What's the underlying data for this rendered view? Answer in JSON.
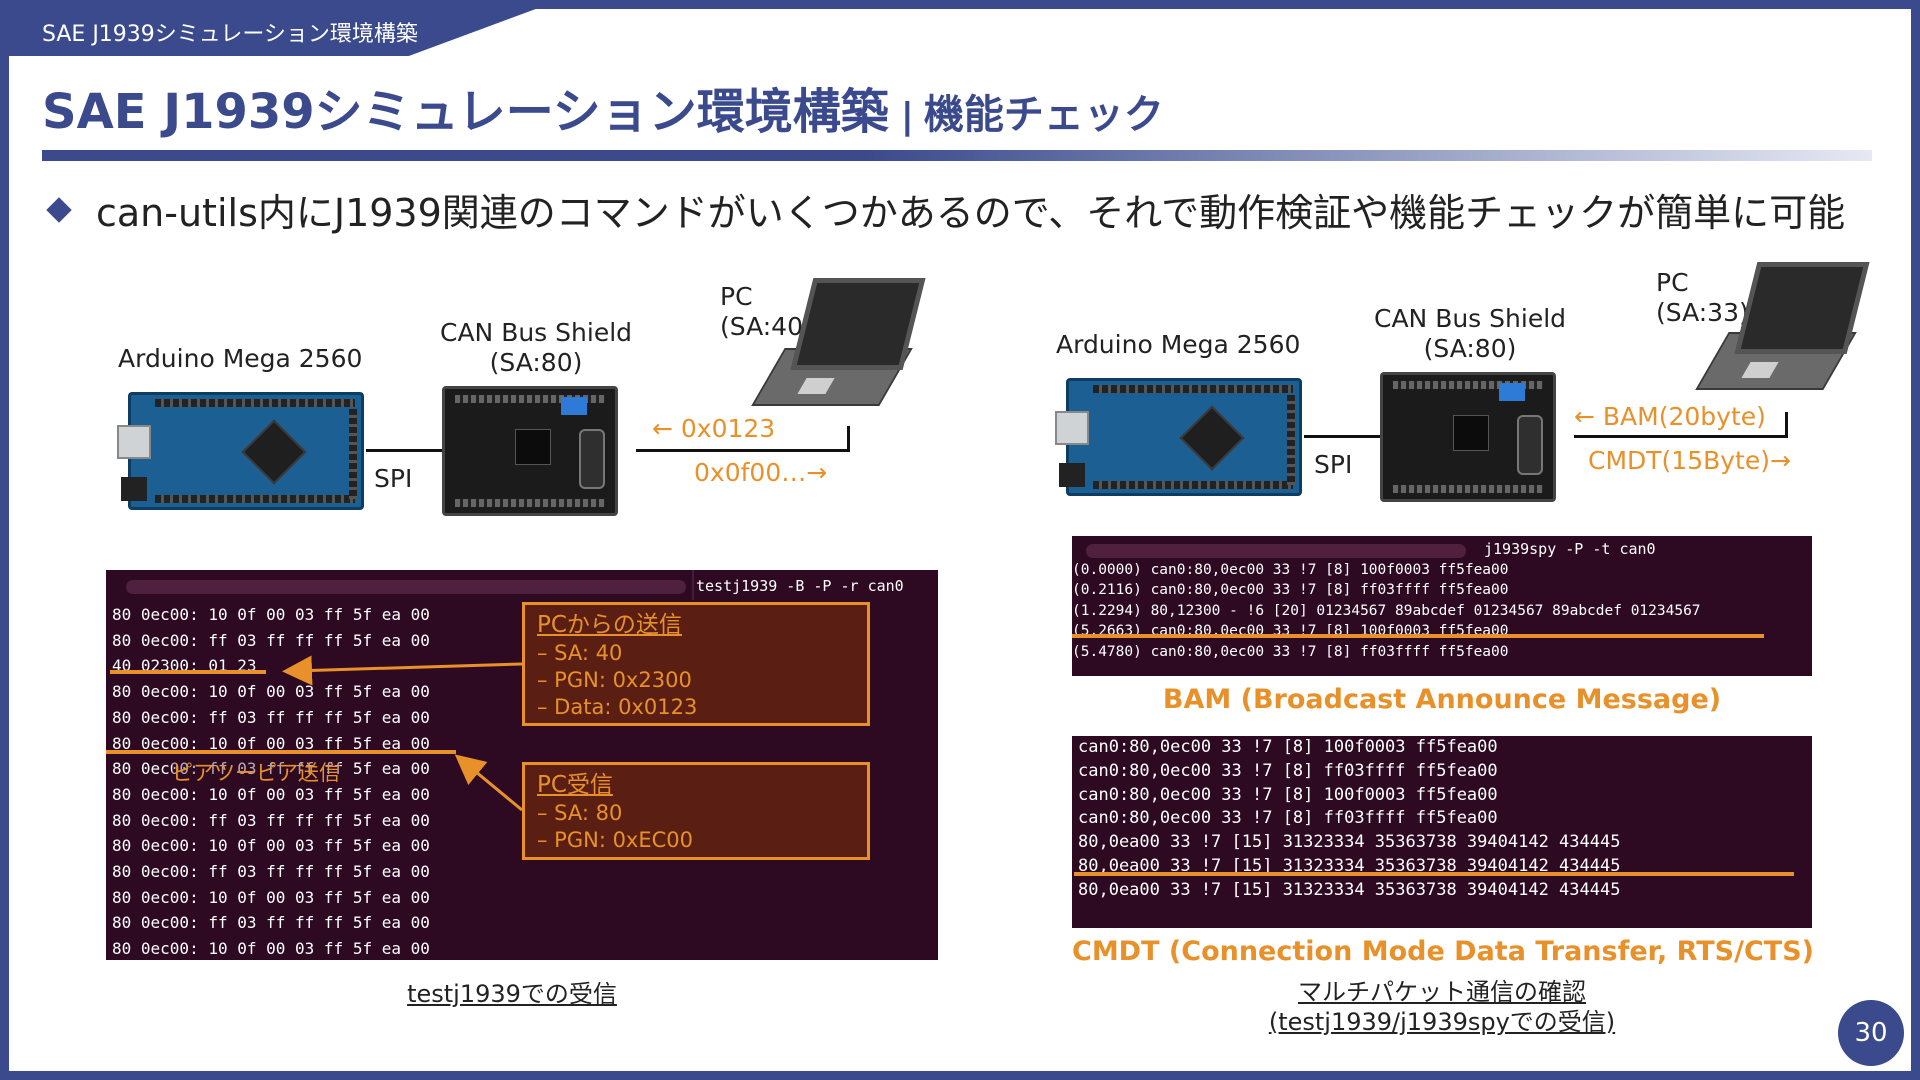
{
  "header": {
    "tab_text": "SAE J1939シミュレーション環境構築",
    "title_main": "SAE J1939シミュレーション環境構築",
    "title_sep": "|",
    "title_sub": "機能チェック"
  },
  "bullet": "can-utils内にJ1939関連のコマンドがいくつかあるので、それで動作検証や機能チェックが簡単に可能",
  "left_diagram": {
    "arduino_label": "Arduino Mega 2560",
    "shield_label_1": "CAN Bus Shield",
    "shield_label_2": "(SA:80)",
    "pc_label_1": "PC",
    "pc_label_2": "(SA:40)",
    "spi_label": "SPI",
    "arrow_left": "← 0x0123",
    "arrow_right": "0x0f00…→"
  },
  "right_diagram": {
    "arduino_label": "Arduino Mega 2560",
    "shield_label_1": "CAN Bus Shield",
    "shield_label_2": "(SA:80)",
    "pc_label_1": "PC",
    "pc_label_2": "(SA:33)",
    "spi_label": "SPI",
    "arrow_left": "← BAM(20byte)",
    "arrow_right": "CMDT(15Byte)→"
  },
  "left_terminal": {
    "command": "testj1939 -B -P -r can0",
    "lines": [
      "80 0ec00: 10 0f 00 03 ff 5f ea 00",
      "80 0ec00: ff 03 ff ff ff 5f ea 00",
      "40 02300: 01 23",
      "80 0ec00: 10 0f 00 03 ff 5f ea 00",
      "80 0ec00: ff 03 ff ff ff 5f ea 00",
      "80 0ec00: 10 0f 00 03 ff 5f ea 00",
      "80 0ec00: ff 03 ff ff ff 5f ea 00",
      "80 0ec00: 10 0f 00 03 ff 5f ea 00",
      "80 0ec00: ff 03 ff ff ff 5f ea 00",
      "80 0ec00: 10 0f 00 03 ff 5f ea 00",
      "80 0ec00: ff 03 ff ff ff 5f ea 00",
      "80 0ec00: 10 0f 00 03 ff 5f ea 00",
      "80 0ec00: ff 03 ff ff ff 5f ea 00",
      "80 0ec00: 10 0f 00 03 ff 5f ea 00"
    ],
    "overlay_label": "ピアツーピア送信",
    "callout_send": {
      "title": "PCからの送信",
      "lines": [
        "– SA: 40",
        "– PGN: 0x2300",
        "– Data: 0x0123"
      ]
    },
    "callout_recv": {
      "title": "PC受信",
      "lines": [
        "– SA: 80",
        "– PGN: 0xEC00"
      ]
    },
    "caption": "testj1939での受信"
  },
  "bam_terminal": {
    "command": "j1939spy -P -t can0",
    "lines": [
      "(0.0000) can0:80,0ec00 33 !7 [8] 100f0003 ff5fea00",
      "(0.2116) can0:80,0ec00 33 !7 [8] ff03ffff ff5fea00",
      "(1.2294) 80,12300 - !6 [20] 01234567 89abcdef 01234567 89abcdef 01234567",
      "(5.2663) can0:80,0ec00 33 !7 [8] 100f0003 ff5fea00",
      "(5.4780) can0:80,0ec00 33 !7 [8] ff03ffff ff5fea00"
    ],
    "heading": "BAM (Broadcast Announce Message)"
  },
  "cmdt_terminal": {
    "lines": [
      "can0:80,0ec00 33 !7 [8] 100f0003 ff5fea00",
      "can0:80,0ec00 33 !7 [8] ff03ffff ff5fea00",
      "can0:80,0ec00 33 !7 [8] 100f0003 ff5fea00",
      "can0:80,0ec00 33 !7 [8] ff03ffff ff5fea00",
      "80,0ea00 33 !7 [15] 31323334 35363738 39404142 434445",
      "80,0ea00 33 !7 [15] 31323334 35363738 39404142 434445",
      "80,0ea00 33 !7 [15] 31323334 35363738 39404142 434445"
    ],
    "heading": "CMDT (Connection Mode Data Transfer, RTS/CTS)",
    "caption_1": "マルチパケット通信の確認",
    "caption_2": "(testj1939/j1939spyでの受信)"
  },
  "page_number": "30",
  "colors": {
    "primary": "#3a4a8c",
    "accent": "#e8912a",
    "terminal_bg": "#2e0a22"
  }
}
